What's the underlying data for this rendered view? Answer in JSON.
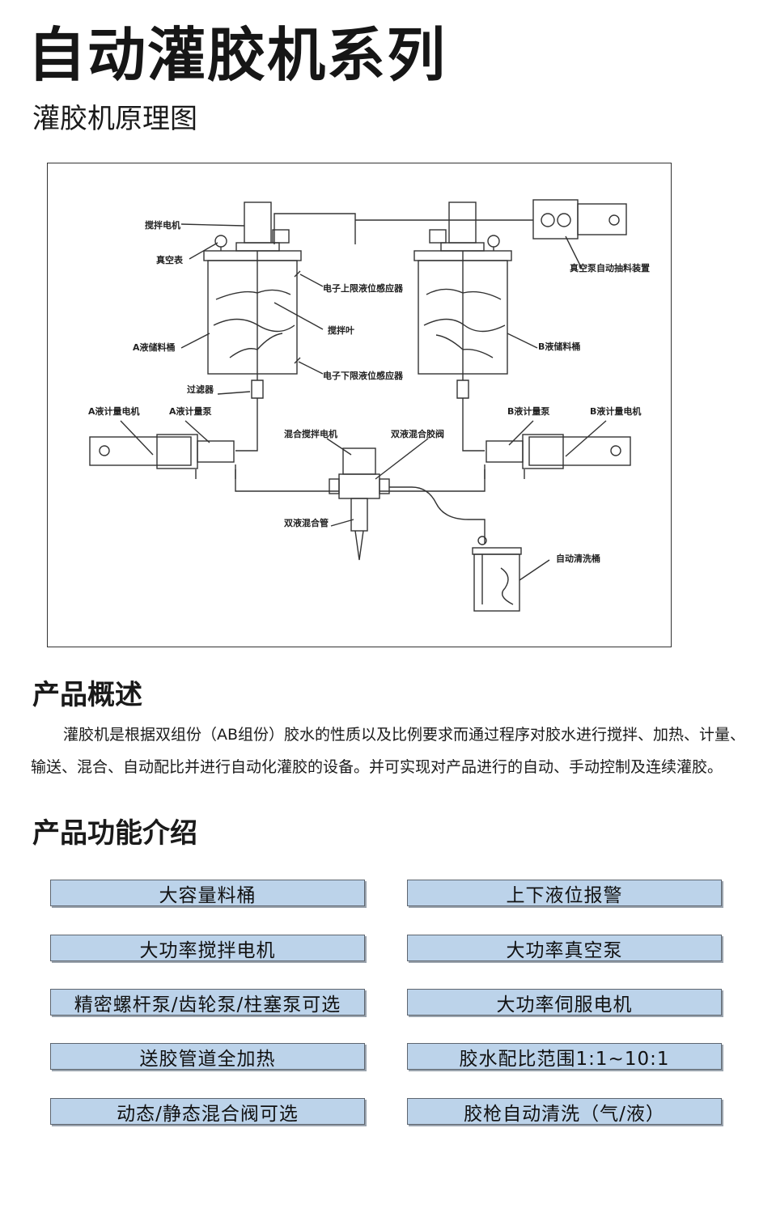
{
  "page": {
    "title": "自动灌胶机系列",
    "subtitle": "灌胶机原理图"
  },
  "diagram": {
    "labels": {
      "stir_motor": "搅拌电机",
      "vacuum_gauge": "真空表",
      "upper_sensor": "电子上限液位感应器",
      "impeller": "搅拌叶",
      "a_tank": "A液储料桶",
      "lower_sensor": "电子下限液位感应器",
      "filter": "过滤器",
      "a_meter_motor": "A液计量电机",
      "a_meter_pump": "A液计量泵",
      "mix_motor": "混合搅拌电机",
      "mix_valve": "双液混合胶阀",
      "mix_tube": "双液混合管",
      "vacuum_pump": "真空泵自动抽料装置",
      "b_tank": "B液储料桶",
      "b_meter_pump": "B液计量泵",
      "b_meter_motor": "B液计量电机",
      "clean_bucket": "自动清洗桶"
    }
  },
  "overview": {
    "heading": "产品概述",
    "text": "灌胶机是根据双组份（AB组份）胶水的性质以及比例要求而通过程序对胶水进行搅拌、加热、计量、输送、混合、自动配比并进行自动化灌胶的设备。并可实现对产品进行的自动、手动控制及连续灌胶。"
  },
  "features": {
    "heading": "产品功能介绍",
    "items": [
      "大容量料桶",
      "上下液位报警",
      "大功率搅拌电机",
      "大功率真空泵",
      "精密螺杆泵/齿轮泵/柱塞泵可选",
      "大功率伺服电机",
      "送胶管道全加热",
      "胶水配比范围1:1~10:1",
      "动态/静态混合阀可选",
      "胶枪自动清洗（气/液）"
    ]
  }
}
